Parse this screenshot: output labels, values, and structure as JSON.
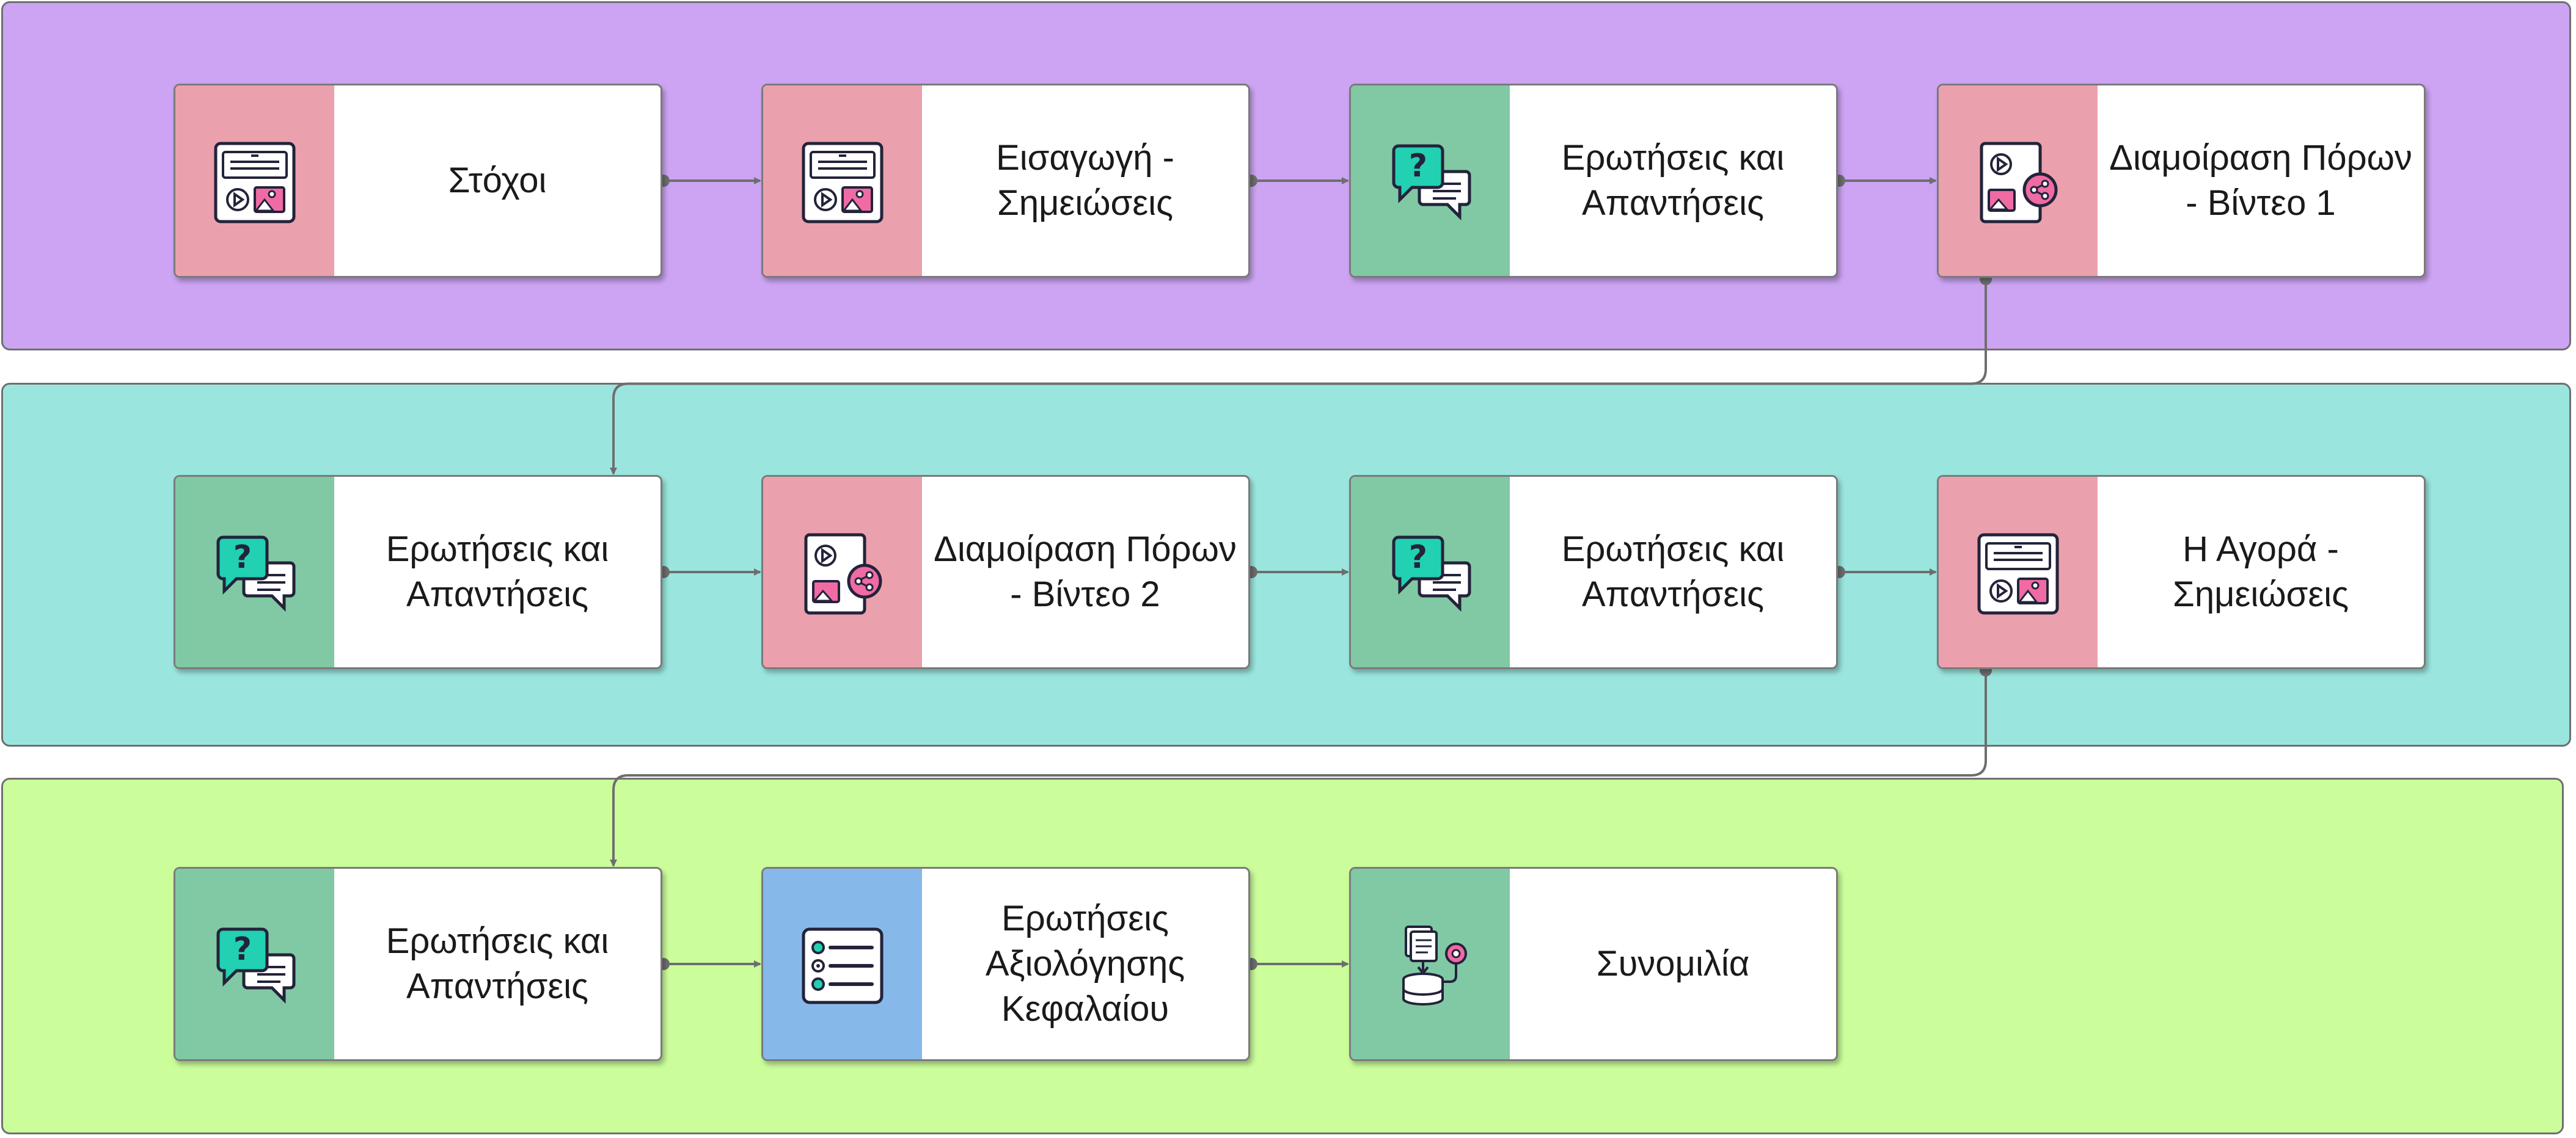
{
  "lanes": [
    {
      "id": "lane-1",
      "color": "#cca4f3"
    },
    {
      "id": "lane-2",
      "color": "#9ae6de"
    },
    {
      "id": "lane-3",
      "color": "#cbfd9b"
    }
  ],
  "nodes": [
    {
      "label": "Στόχοι",
      "band": "#eba0ad",
      "icon": "document-media-icon"
    },
    {
      "label": "Εισαγωγή - Σημειώσεις",
      "band": "#eba0ad",
      "icon": "document-media-icon"
    },
    {
      "label": "Ερωτήσεις και Απαντήσεις",
      "band": "#80c9a4",
      "icon": "chat-question-icon"
    },
    {
      "label": "Διαμοίραση Πόρων - Βίντεο 1",
      "band": "#eba0ad",
      "icon": "share-media-icon"
    },
    {
      "label": "Ερωτήσεις και Απαντήσεις",
      "band": "#80c9a4",
      "icon": "chat-question-icon"
    },
    {
      "label": "Διαμοίραση Πόρων - Βίντεο 2",
      "band": "#eba0ad",
      "icon": "share-media-icon"
    },
    {
      "label": "Ερωτήσεις και Απαντήσεις",
      "band": "#80c9a4",
      "icon": "chat-question-icon"
    },
    {
      "label": "Η Αγορά - Σημειώσεις",
      "band": "#eba0ad",
      "icon": "document-media-icon"
    },
    {
      "label": "Ερωτήσεις και Απαντήσεις",
      "band": "#80c9a4",
      "icon": "chat-question-icon"
    },
    {
      "label": "Ερωτήσεις Αξιολόγησης Κεφαλαίου",
      "band": "#86b9e9",
      "icon": "checklist-icon"
    },
    {
      "label": "Συνομιλία",
      "band": "#80c9a4",
      "icon": "database-chat-icon"
    }
  ]
}
